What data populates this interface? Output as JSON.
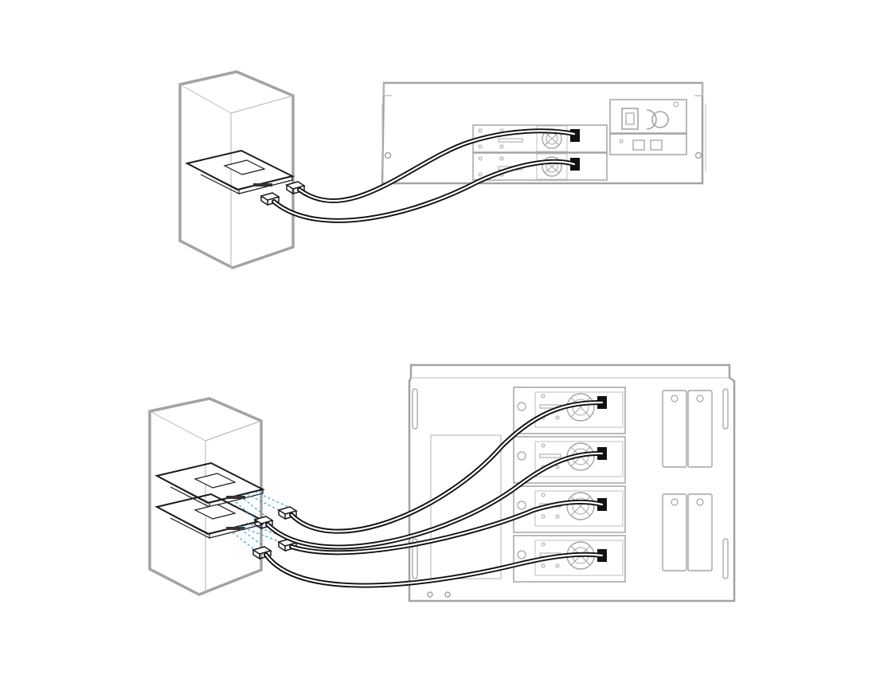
{
  "diagrams": [
    {
      "id": "single-hba",
      "server": "tower",
      "cards": 1,
      "modules": 2,
      "cables": 2
    },
    {
      "id": "dual-hba",
      "server": "tower",
      "cards": 2,
      "modules": 4,
      "cables": 4
    }
  ],
  "colors": {
    "outline": "#a3a3a3",
    "ink": "#1a1a1a",
    "cable": "#111111",
    "guide": "#2f9fd8",
    "background": "#ffffff"
  }
}
